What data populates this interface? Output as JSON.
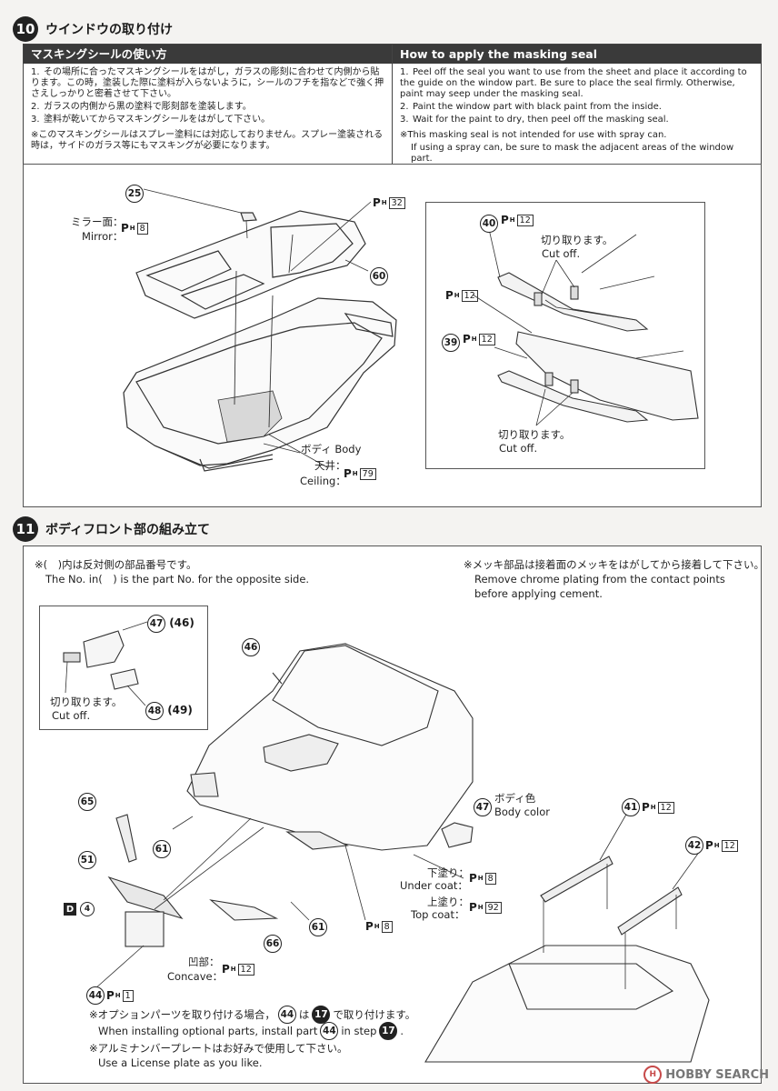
{
  "step10": {
    "number": "10",
    "title": "ウインドウの取り付け",
    "mask_jp_header": "マスキングシールの使い方",
    "mask_jp_items": [
      "その場所に合ったマスキングシールをはがし，ガラスの彫刻に合わせて内側から貼ります。この時，塗装した際に塗料が入らないように，シールのフチを指などで強く押さえしっかりと密着させて下さい。",
      "ガラスの内側から黒の塗料で彫刻部を塗装します。",
      "塗料が乾いてからマスキングシールをはがして下さい。"
    ],
    "mask_jp_note": "※このマスキングシールはスプレー塗料には対応しておりません。スプレー塗装される時は，サイドのガラス等にもマスキングが必要になります。",
    "mask_en_header": "How to apply the masking seal",
    "mask_en_items": [
      "Peel off the seal you want to use from the sheet and place it according to the guide on the window part. Be sure to place the seal firmly. Otherwise, paint may seep under the masking seal.",
      "Paint the window part with black paint from the inside.",
      "Wait for the paint to dry, then peel off the masking seal."
    ],
    "mask_en_note1": "※This masking seal is not intended for use with spray can.",
    "mask_en_note2": "If using a spray can, be sure to mask the adjacent areas of the window part.",
    "labels": {
      "part25": "25",
      "part60": "60",
      "part40": "40",
      "part39": "39",
      "mirror_jp": "ミラー面：",
      "mirror_en": "Mirror：",
      "body": "ボディ Body",
      "ceiling_jp": "天井：",
      "ceiling_en": "Ceiling：",
      "cutoff_jp1": "切り取ります。",
      "cutoff_en1": "Cut off.",
      "cutoff_jp2": "切り取ります。",
      "cutoff_en2": "Cut off.",
      "ph": "P",
      "h": "H",
      "code32": "32",
      "code8": "8",
      "code79": "79",
      "code12": "12"
    }
  },
  "step11": {
    "number": "11",
    "title": "ボディフロント部の組み立て",
    "note_opposite_jp": "※(　)内は反対側の部品番号です。",
    "note_opposite_en": "The No. in(　) is the part No. for the opposite side.",
    "note_chrome_jp": "※メッキ部品は接着面のメッキをはがしてから接着して下さい。",
    "note_chrome_en1": "Remove chrome plating from the contact points",
    "note_chrome_en2": "before applying cement.",
    "inset_cut_jp": "切り取ります。",
    "inset_cut_en": "Cut off.",
    "p47_46": "(46)",
    "p48_49": "(49)",
    "body_color_jp": "ボディ色",
    "body_color_en": "Body color",
    "under_coat_jp": "下塗り：",
    "under_coat_en": "Under coat：",
    "top_coat_jp": "上塗り：",
    "top_coat_en": "Top coat：",
    "concave_jp": "凹部：",
    "concave_en": "Concave：",
    "d_label": "D",
    "d_num": "4",
    "codes": {
      "c12": "12",
      "c8": "8",
      "c92": "92",
      "c1": "1"
    },
    "parts": {
      "p46": "46",
      "p47": "47",
      "p48": "48",
      "p65": "65",
      "p61": "61",
      "p51": "51",
      "p66": "66",
      "p44": "44",
      "p41": "41",
      "p42": "42",
      "p17": "17"
    },
    "opt_jp_a": "※オプションパーツを取り付ける場合，",
    "opt_jp_b": "は",
    "opt_jp_c": "で取り付けます。",
    "opt_en_a": "When installing optional parts, install part",
    "opt_en_b": "in step",
    "plate_jp": "※アルミナンバープレートはお好みで使用して下さい。",
    "plate_en": "Use a License plate as you like."
  },
  "watermark": "HOBBY SEARCH"
}
